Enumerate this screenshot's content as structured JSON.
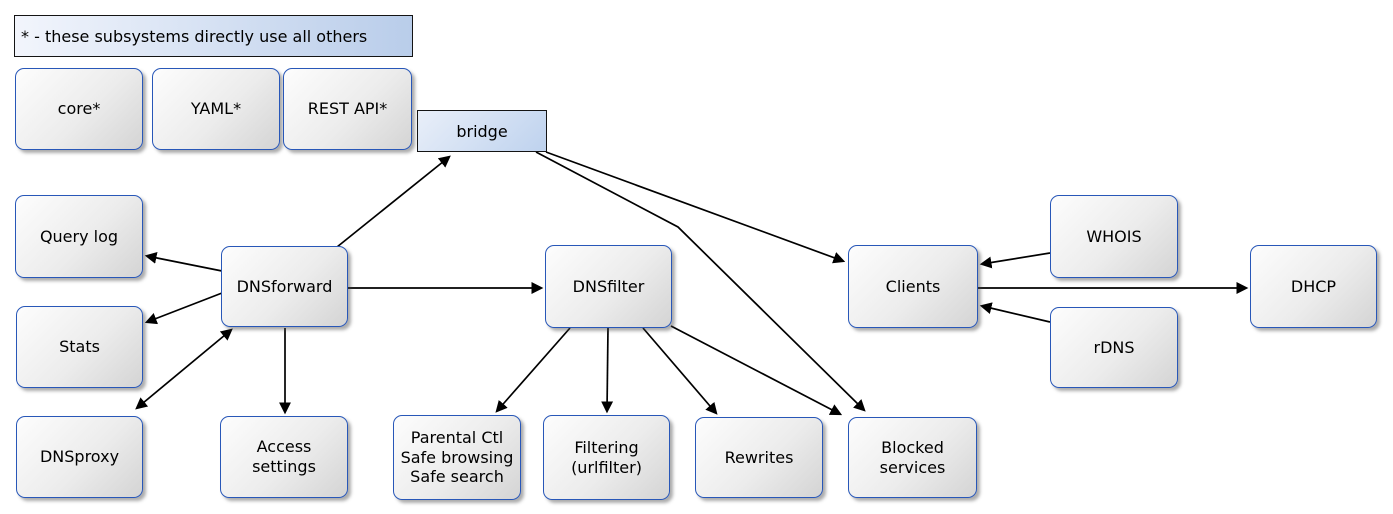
{
  "legend": {
    "text": "* - these subsystems directly use all others"
  },
  "nodes": {
    "core": {
      "label": "core*"
    },
    "yaml": {
      "label": "YAML*"
    },
    "rest_api": {
      "label": "REST API*"
    },
    "bridge": {
      "label": "bridge"
    },
    "query_log": {
      "label": "Query log"
    },
    "stats": {
      "label": "Stats"
    },
    "dnsproxy": {
      "label": "DNSproxy"
    },
    "dnsforward": {
      "label": "DNSforward"
    },
    "access_settings": {
      "label": "Access\nsettings"
    },
    "dnsfilter": {
      "label": "DNSfilter"
    },
    "parental": {
      "label": "Parental Ctl\nSafe browsing\nSafe search"
    },
    "filtering": {
      "label": "Filtering\n(urlfilter)"
    },
    "rewrites": {
      "label": "Rewrites"
    },
    "blocked_services": {
      "label": "Blocked\nservices"
    },
    "clients": {
      "label": "Clients"
    },
    "whois": {
      "label": "WHOIS"
    },
    "rdns": {
      "label": "rDNS"
    },
    "dhcp": {
      "label": "DHCP"
    }
  },
  "edges": [
    {
      "from": "dnsforward",
      "to": "bridge",
      "bidirectional": false
    },
    {
      "from": "bridge",
      "to": "clients",
      "bidirectional": false
    },
    {
      "from": "bridge",
      "to": "blocked_services",
      "bidirectional": false
    },
    {
      "from": "dnsforward",
      "to": "query_log",
      "bidirectional": false
    },
    {
      "from": "dnsforward",
      "to": "stats",
      "bidirectional": false
    },
    {
      "from": "dnsforward",
      "to": "dnsproxy",
      "bidirectional": true
    },
    {
      "from": "dnsforward",
      "to": "access_settings",
      "bidirectional": false
    },
    {
      "from": "dnsforward",
      "to": "dnsfilter",
      "bidirectional": false
    },
    {
      "from": "dnsfilter",
      "to": "parental",
      "bidirectional": false
    },
    {
      "from": "dnsfilter",
      "to": "filtering",
      "bidirectional": false
    },
    {
      "from": "dnsfilter",
      "to": "rewrites",
      "bidirectional": false
    },
    {
      "from": "dnsfilter",
      "to": "blocked_services",
      "bidirectional": false
    },
    {
      "from": "whois",
      "to": "clients",
      "bidirectional": false
    },
    {
      "from": "rdns",
      "to": "clients",
      "bidirectional": false
    },
    {
      "from": "clients",
      "to": "dhcp",
      "bidirectional": false
    }
  ],
  "colors": {
    "node_border": "#2857b8",
    "node_fill_light": "#fdfdfd",
    "node_fill_dark": "#d4d4d4",
    "accent_border": "#141414",
    "accent_fill_light": "#e9eff9",
    "accent_fill_dark": "#bed2ee",
    "edge": "#000000",
    "background": "#ffffff"
  }
}
